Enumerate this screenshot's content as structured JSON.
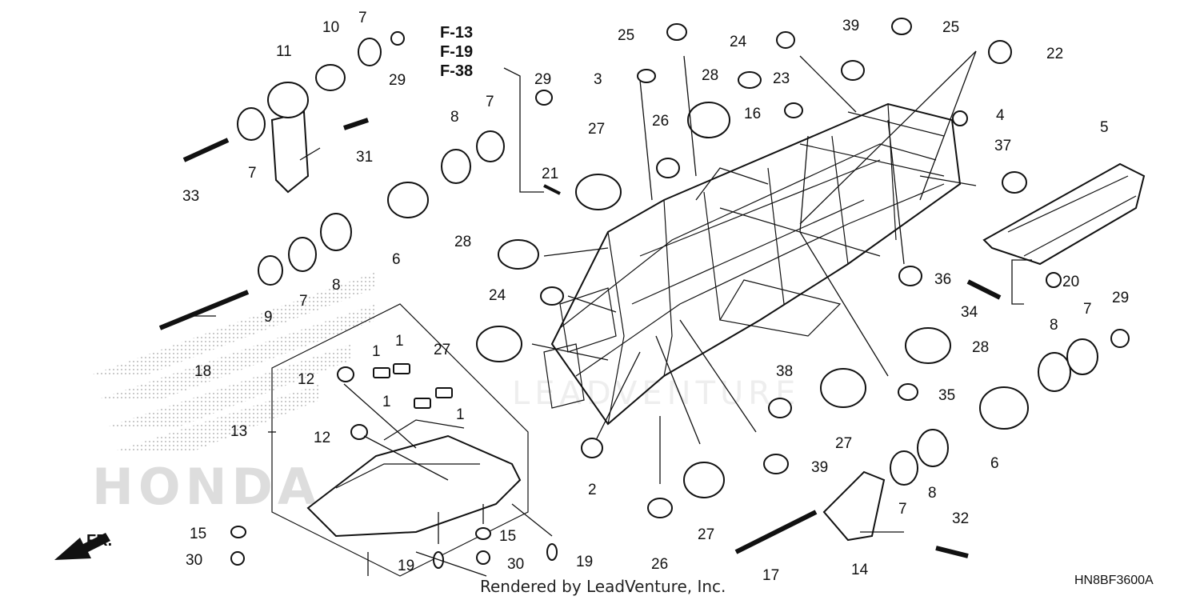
{
  "diagram": {
    "ref_pages": [
      "F-13",
      "F-19",
      "F-38"
    ],
    "footer": "Rendered by LeadVenture, Inc.",
    "code": "HN8BF3600A",
    "direction_label": "FR.",
    "watermark": "HONDA",
    "labels": {
      "l1a": "1",
      "l1b": "1",
      "l1c": "1",
      "l1d": "1",
      "l2": "2",
      "l3": "3",
      "l4": "4",
      "l5": "5",
      "l6a": "6",
      "l6b": "6",
      "l7a": "7",
      "l7b": "7",
      "l7c": "7",
      "l7d": "7",
      "l7e": "7",
      "l7f": "7",
      "l8a": "8",
      "l8b": "8",
      "l8c": "8",
      "l8d": "8",
      "l9": "9",
      "l10": "10",
      "l11": "11",
      "l12a": "12",
      "l12b": "12",
      "l13": "13",
      "l14": "14",
      "l15a": "15",
      "l15b": "15",
      "l16": "16",
      "l17": "17",
      "l18": "18",
      "l19a": "19",
      "l19b": "19",
      "l20": "20",
      "l21": "21",
      "l22": "22",
      "l23": "23",
      "l24a": "24",
      "l24b": "24",
      "l25a": "25",
      "l25b": "25",
      "l26a": "26",
      "l26b": "26",
      "l27a": "27",
      "l27b": "27",
      "l27c": "27",
      "l27d": "27",
      "l28a": "28",
      "l28b": "28",
      "l28c": "28",
      "l29a": "29",
      "l29b": "29",
      "l29c": "29",
      "l30a": "30",
      "l30b": "30",
      "l31": "31",
      "l32": "32",
      "l33": "33",
      "l34": "34",
      "l35": "35",
      "l36": "36",
      "l37": "37",
      "l38": "38",
      "l39a": "39",
      "l39b": "39"
    }
  }
}
